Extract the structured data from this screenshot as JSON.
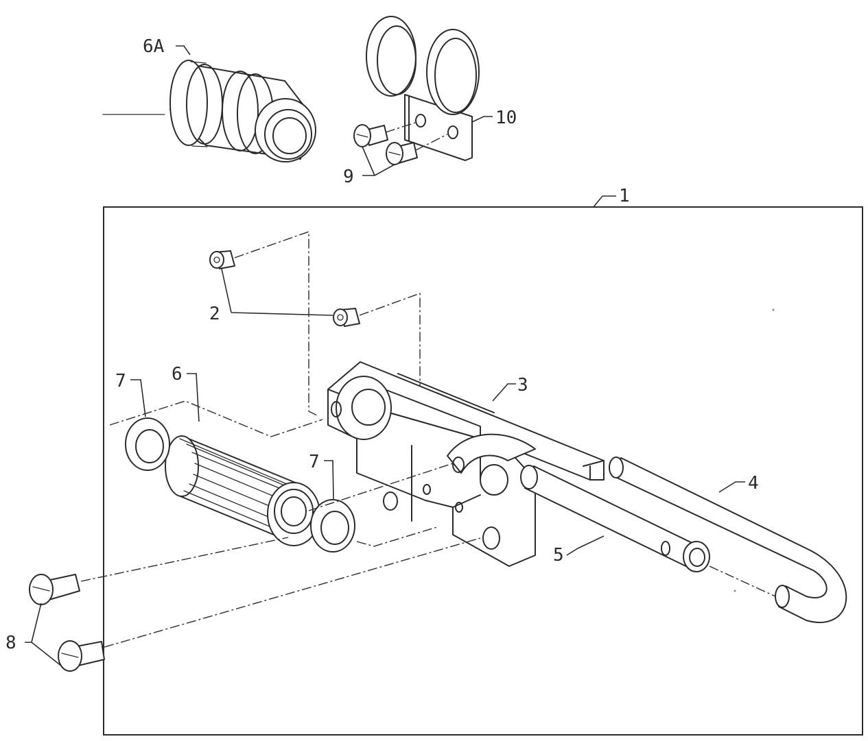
{
  "diagram": {
    "callouts": {
      "c1": "1",
      "c2": "2",
      "c3": "3",
      "c4": "4",
      "c5": "5",
      "c6": "6",
      "c6a": "6A",
      "c7a": "7",
      "c7b": "7",
      "c8": "8",
      "c9": "9",
      "c10": "10"
    }
  }
}
